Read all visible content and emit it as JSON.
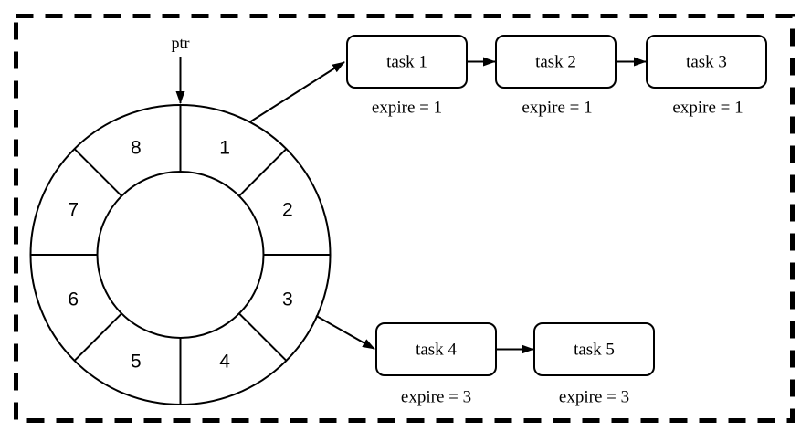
{
  "diagram": {
    "pointer_label": "ptr",
    "wheel_slots": [
      "1",
      "2",
      "3",
      "4",
      "5",
      "6",
      "7",
      "8"
    ],
    "chains": [
      {
        "source_slot": "1",
        "tasks": [
          {
            "label": "task 1",
            "expire_label": "expire = 1"
          },
          {
            "label": "task 2",
            "expire_label": "expire = 1"
          },
          {
            "label": "task 3",
            "expire_label": "expire = 1"
          }
        ]
      },
      {
        "source_slot": "3",
        "tasks": [
          {
            "label": "task 4",
            "expire_label": "expire = 3"
          },
          {
            "label": "task 5",
            "expire_label": "expire = 3"
          }
        ]
      }
    ],
    "colors": {
      "stroke": "#000000",
      "background": "#ffffff",
      "box_fill": "#ffffff"
    }
  }
}
